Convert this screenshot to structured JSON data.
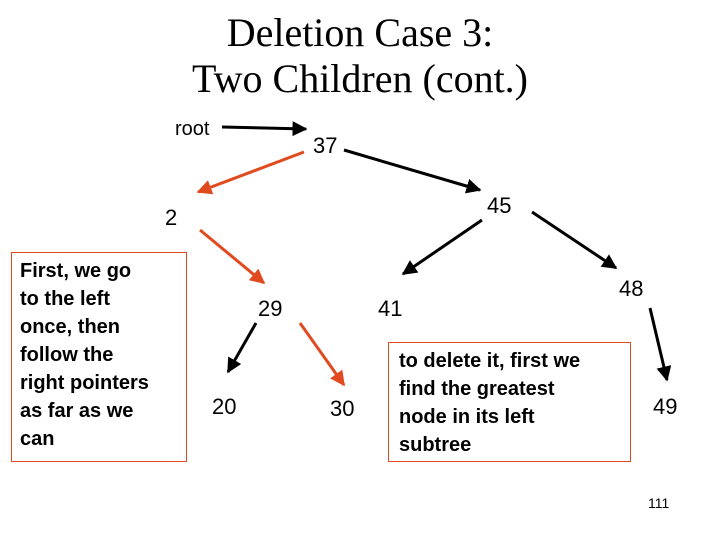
{
  "slide": {
    "title_line1": "Deletion Case 3:",
    "title_line2": "Two Children (cont.)",
    "page_number": "111"
  },
  "tree": {
    "root_label": "root",
    "nodes": {
      "n37": "37",
      "n2": "2",
      "n45": "45",
      "n29": "29",
      "n41": "41",
      "n48": "48",
      "n20": "20",
      "n30": "30",
      "n49": "49"
    }
  },
  "callouts": {
    "left": [
      "First, we go",
      "to the left",
      "once, then",
      "follow the",
      "right pointers",
      "as far as we",
      "can"
    ],
    "right": [
      "to delete it, first we",
      "find the greatest",
      "node in its left",
      "subtree"
    ]
  },
  "colors": {
    "highlight_edge": "#e04a1e",
    "normal_edge": "#000000",
    "callout_border": "#e04a1e"
  }
}
